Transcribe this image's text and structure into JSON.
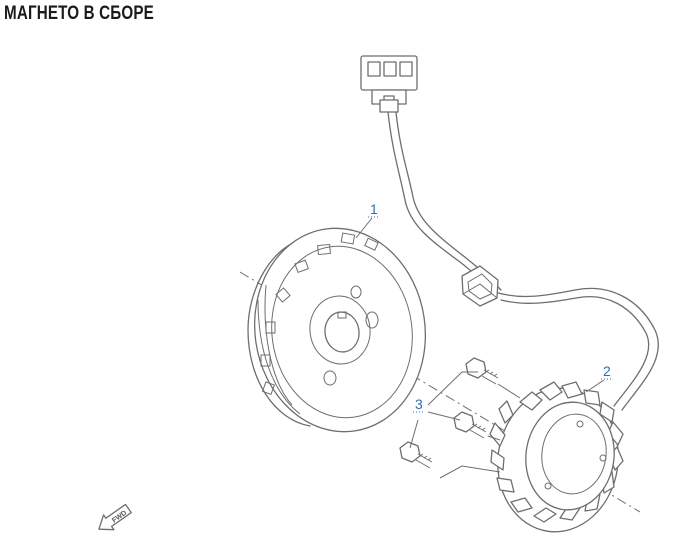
{
  "title": "МАГНЕТО В СБОРЕ",
  "callouts": [
    {
      "label": "1",
      "part": "flywheel-rotor"
    },
    {
      "label": "2",
      "part": "stator"
    },
    {
      "label": "3",
      "part": "bolts"
    }
  ],
  "fwd_label": "FWD",
  "colors": {
    "callout": "#2a6fb0",
    "linework": "#6e6e6e",
    "title": "#1a1a1a"
  }
}
